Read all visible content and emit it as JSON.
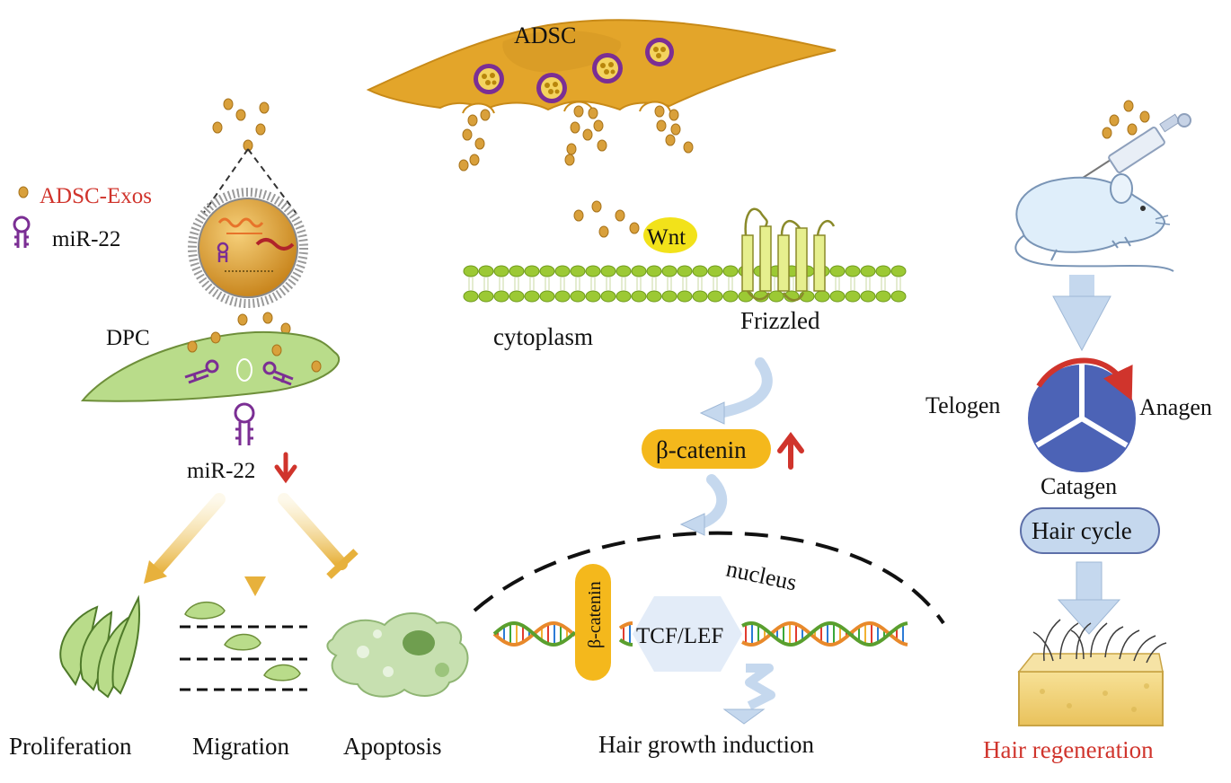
{
  "labels": {
    "adsc": "ADSC",
    "legend_exos": "ADSC-Exos",
    "legend_mir": "miR-22",
    "dpc": "DPC",
    "mir22_down": "miR-22",
    "wnt": "Wnt",
    "cytoplasm": "cytoplasm",
    "frizzled": "Frizzled",
    "bcatenin": "β-catenin",
    "bcatenin_vertical": "β-catenin",
    "nucleus": "nucleus",
    "tcf_lef": "TCF/LEF",
    "hair_growth": "Hair growth induction",
    "proliferation": "Proliferation",
    "migration": "Migration",
    "apoptosis": "Apoptosis",
    "telogen": "Telogen",
    "anagen": "Anagen",
    "catagen": "Catagen",
    "hair_cycle": "Hair cycle",
    "hair_regeneration": "Hair regeneration"
  },
  "colors": {
    "cell_orange": "#e3a52a",
    "exosome": "#d9a03b",
    "dpc_green": "#b9dc8a",
    "membrane_green": "#9cc934",
    "mir_purple": "#7b2e94",
    "arrow_red": "#d0342c",
    "wnt_yellow": "#f2e21a",
    "bcatenin_orange": "#f4b81c",
    "cycle_blue": "#4c63b6",
    "pale_blue": "#c5d8ee",
    "skin_yellow": "#f3d87a",
    "mouse_blue": "#dfeefa",
    "text_red": "#d0342c"
  }
}
